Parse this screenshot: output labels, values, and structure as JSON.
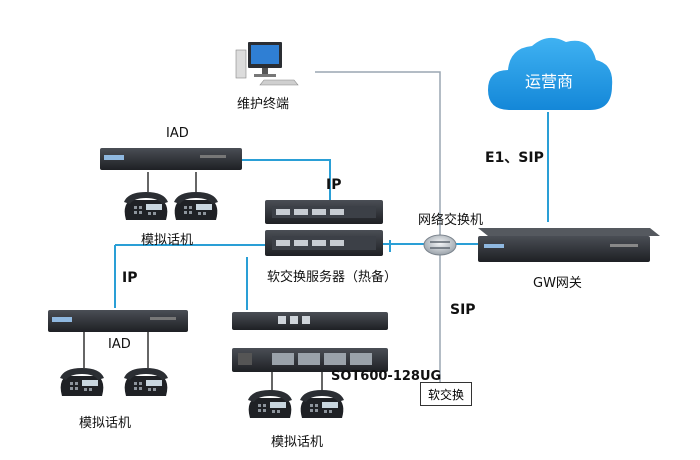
{
  "labels": {
    "maintenance_terminal": "维护终端",
    "carrier": "运营商",
    "e1_sip": "E1、SIP",
    "iad_top": "IAD",
    "iad_left": "IAD",
    "ip_top": "IP",
    "ip_left": "IP",
    "network_switch": "网络交换机",
    "softswitch_server": "软交换服务器（热备）",
    "gw_gateway": "GW网关",
    "sip": "SIP",
    "sot_device": "SOT600-128UG",
    "softswitch": "软交换",
    "analog_phone_1": "模拟话机",
    "analog_phone_2": "模拟话机",
    "analog_phone_3": "模拟话机"
  },
  "colors": {
    "blue_link": "#2a9fd6",
    "gray_link": "#9aa6b2",
    "cloud": "#1e9be6",
    "device_dark": "#2b2e33"
  }
}
